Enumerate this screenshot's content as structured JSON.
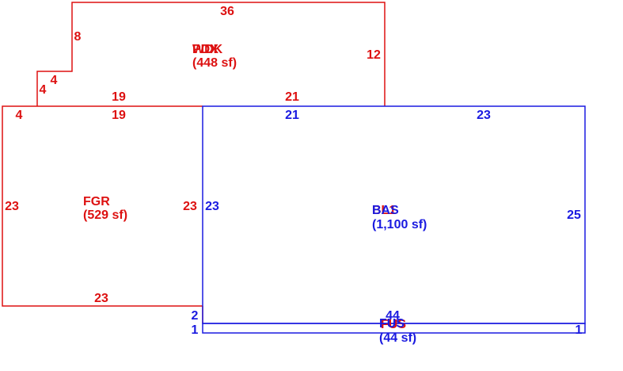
{
  "colors": {
    "red": "#dd1111",
    "blue": "#1a1ae0",
    "background": "#ffffff"
  },
  "areas": [
    {
      "id": "wdk",
      "name": "WDK",
      "overlay_name": "PDX",
      "area": "(448 sf)",
      "color": "red"
    },
    {
      "id": "fgr",
      "name": "FGR",
      "area": "(529 sf)",
      "color": "red"
    },
    {
      "id": "bas",
      "name": "BAS",
      "overlay_name": "BL1",
      "area": "(1,100 sf)",
      "color": "blue"
    },
    {
      "id": "fus",
      "name": "FUS",
      "overlay_name": "FUS",
      "area": "(44 sf)",
      "color": "blue"
    }
  ],
  "dimensions": {
    "wdk_top": "36",
    "wdk_left_upper": "8",
    "wdk_step_horizontal": "4",
    "wdk_step_vertical": "4",
    "wdk_right": "12",
    "wdk_bottom_left": "19",
    "wdk_bottom_right": "21",
    "fgr_top_left": "4",
    "fgr_top": "19",
    "fgr_left": "23",
    "fgr_right": "23",
    "fgr_bottom": "23",
    "fgr_bottom_step": "2",
    "bas_top_left": "21",
    "bas_top_right": "23",
    "bas_left": "23",
    "bas_right": "25",
    "bas_bottom": "44",
    "fus_left": "1",
    "fus_right": "1"
  }
}
